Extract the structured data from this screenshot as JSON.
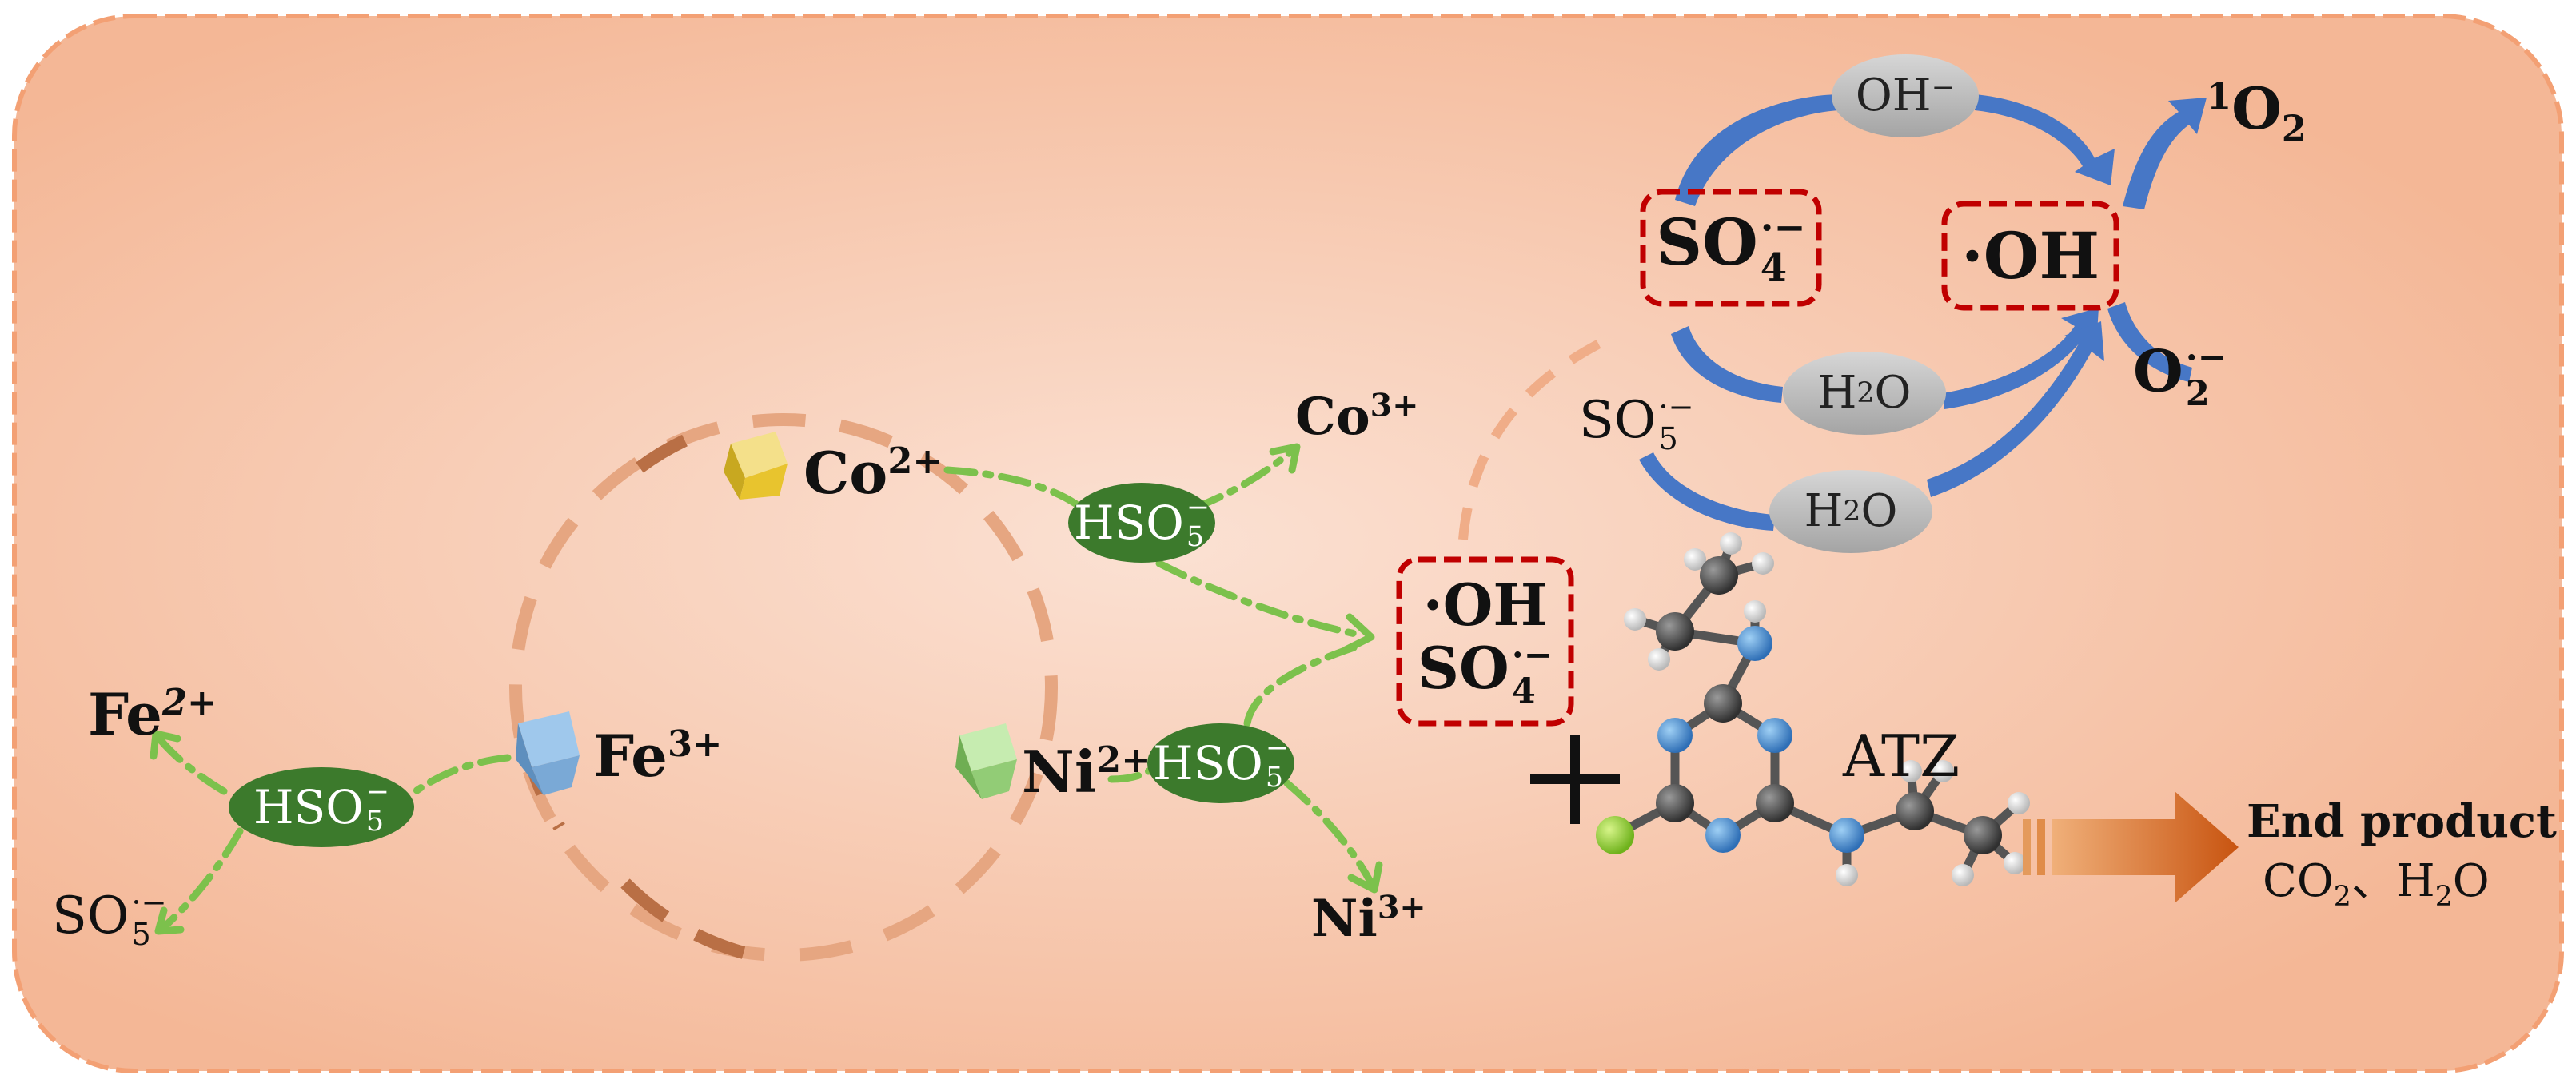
{
  "colors": {
    "background_fill": "#f8c4a8",
    "background_border": "#f3a074",
    "green_oval": "#3c7a2c",
    "green_arrow": "#7cc14c",
    "blue_arrow": "#4777c6",
    "gray_oval": "#b9b9b9",
    "red_dashed_box": "#c00000",
    "dashed_ring": "#e8a782",
    "product_arrow": "#d35d12"
  },
  "metals": {
    "co": {
      "symbol": "Co",
      "charge": "2+",
      "icon": "cube-yellow"
    },
    "fe": {
      "symbol": "Fe",
      "charge": "3+",
      "icon": "cube-blue"
    },
    "ni": {
      "symbol": "Ni",
      "charge": "2+",
      "icon": "cube-green"
    }
  },
  "products": {
    "fe2": {
      "symbol": "Fe",
      "charge": "2+"
    },
    "co3": {
      "symbol": "Co",
      "charge": "3+"
    },
    "ni3": {
      "symbol": "Ni",
      "charge": "3+"
    }
  },
  "oxidant": {
    "base": "HSO",
    "subscript": "5",
    "superscript": "−"
  },
  "radicals": {
    "so5_left": {
      "base": "SO",
      "subscript": "5",
      "superscript": "·−"
    },
    "so5_right": {
      "base": "SO",
      "subscript": "5",
      "superscript": "·−"
    },
    "center_box": {
      "line1": "·OH",
      "line2_base": "SO",
      "line2_sub": "4",
      "line2_sup": "·−"
    },
    "so4_box": {
      "base": "SO",
      "subscript": "4",
      "superscript": "·−"
    },
    "oh_box": "·OH",
    "singlet_oxygen": {
      "pre_sup": "1",
      "base": "O",
      "subscript": "2"
    },
    "superoxide": {
      "base": "O",
      "subscript": "2",
      "superscript": "·−"
    }
  },
  "gray_ovals": {
    "hydroxide": "OH⁻",
    "water_top": {
      "base": "H",
      "subscript": "2",
      "tail": "O"
    },
    "water_bottom": {
      "base": "H",
      "subscript": "2",
      "tail": "O"
    }
  },
  "pollutant": {
    "name": "ATZ",
    "plus": "+"
  },
  "end_product": {
    "title": "End product",
    "co2": {
      "base": "CO",
      "subscript": "2"
    },
    "separator": "、",
    "h2o": {
      "base": "H",
      "subscript": "2",
      "tail": "O"
    }
  }
}
